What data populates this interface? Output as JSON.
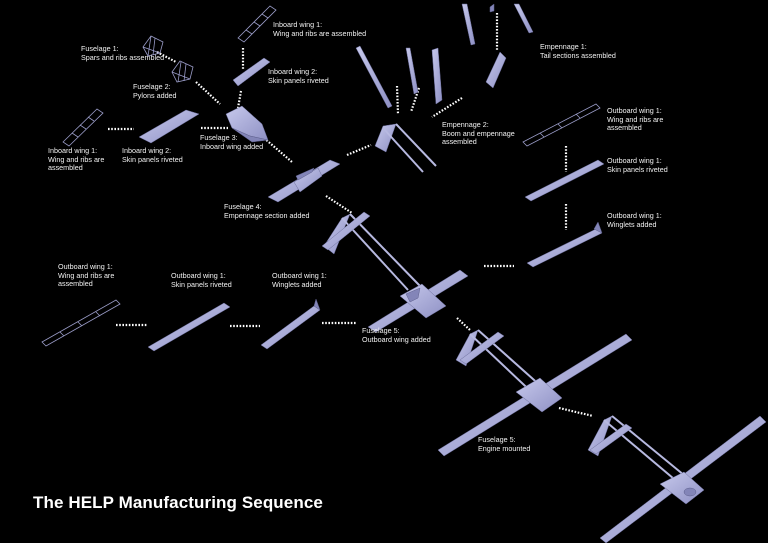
{
  "title": "The HELP Manufacturing Sequence",
  "colors": {
    "background": "#000000",
    "part_fill": "#a9abd6",
    "part_edge": "#6c6e9c",
    "text": "#f2f2f2"
  },
  "steps": [
    {
      "id": "fuselage-1",
      "lines": [
        "Fuselage 1:",
        "Spars and ribs assembled"
      ]
    },
    {
      "id": "fuselage-2",
      "lines": [
        "Fuselage 2:",
        "Pylons added"
      ]
    },
    {
      "id": "fuselage-3",
      "lines": [
        "Fuselage 3:",
        "Inboard wing added"
      ]
    },
    {
      "id": "fuselage-4",
      "lines": [
        "Fuselage 4:",
        "Empennage section added"
      ]
    },
    {
      "id": "fuselage-5-outboard",
      "lines": [
        "Fuselage 5:",
        "Outboard wing added"
      ]
    },
    {
      "id": "fuselage-5-engine",
      "lines": [
        "Fuselage 5:",
        "Engine mounted"
      ]
    },
    {
      "id": "inboard-wing-1-top",
      "lines": [
        "Inboard wing 1:",
        "Wing and ribs are assembled"
      ]
    },
    {
      "id": "inboard-wing-2-top",
      "lines": [
        "Inboard wing 2:",
        "Skin panels riveted"
      ]
    },
    {
      "id": "inboard-wing-1-left",
      "lines": [
        "Inboard wing 1:",
        "Wing and ribs are",
        "assembled"
      ]
    },
    {
      "id": "inboard-wing-2-left",
      "lines": [
        "Inboard wing 2:",
        "Skin panels riveted"
      ]
    },
    {
      "id": "empennage-1",
      "lines": [
        "Empennage 1:",
        "Tail sections assembled"
      ]
    },
    {
      "id": "empennage-2",
      "lines": [
        "Empennage 2:",
        "Boom and empennage",
        "assembled"
      ]
    },
    {
      "id": "outboard-wing-1-right-a",
      "lines": [
        "Outboard wing 1:",
        "Wing and ribs are",
        "assembled"
      ]
    },
    {
      "id": "outboard-wing-1-right-b",
      "lines": [
        "Outboard wing 1:",
        "Skin panels riveted"
      ]
    },
    {
      "id": "outboard-wing-1-right-c",
      "lines": [
        "Outboard wing 1:",
        "Winglets added"
      ]
    },
    {
      "id": "outboard-wing-1-left-a",
      "lines": [
        "Outboard wing 1:",
        "Wing and ribs are",
        "assembled"
      ]
    },
    {
      "id": "outboard-wing-1-left-b",
      "lines": [
        "Outboard wing 1:",
        "Skin panels riveted"
      ]
    },
    {
      "id": "outboard-wing-1-left-c",
      "lines": [
        "Outboard wing 1:",
        "Winglets added"
      ]
    }
  ]
}
